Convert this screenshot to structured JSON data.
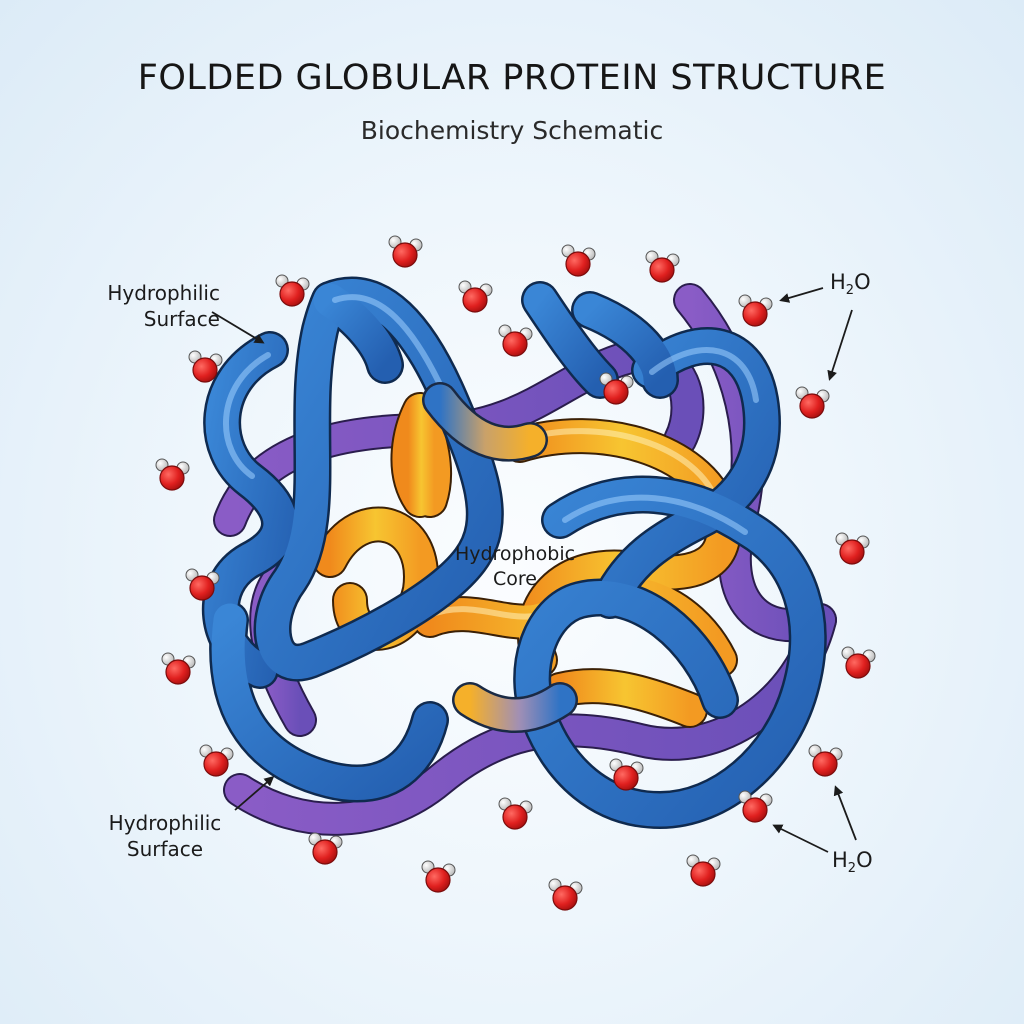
{
  "title": "FOLDED GLOBULAR PROTEIN STRUCTURE",
  "subtitle": "Biochemistry Schematic",
  "labels": {
    "hydrophilic_top": [
      "Hydrophilic",
      "Surface"
    ],
    "hydrophilic_bottom": [
      "Hydrophilic",
      "Surface"
    ],
    "hydrophobic_core": [
      "Hydrophobic",
      "Core"
    ],
    "water_top": {
      "base": "H",
      "sub": "2",
      "rest": "O"
    },
    "water_bottom": {
      "base": "H",
      "sub": "2",
      "rest": "O"
    }
  },
  "colors": {
    "surface_ribbon": "#2f73c5",
    "mid_ribbon": "#7b5bc0",
    "core_ribbon": "#f5a623",
    "oxygen": "#e0201f",
    "hydrogen": "#d4d4d4"
  },
  "icons": [
    "water-molecule-icon",
    "arrow-icon"
  ]
}
